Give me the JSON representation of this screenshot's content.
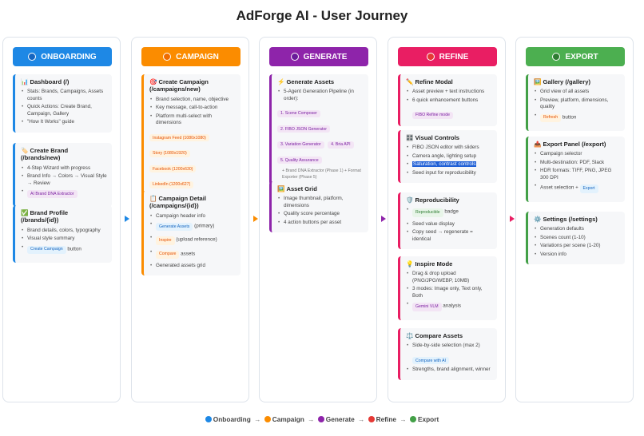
{
  "title": "AdForge AI - User Journey",
  "columns": [
    {
      "header": "ONBOARDING",
      "color": "#1e88e5",
      "icon": "blue-circle"
    },
    {
      "header": "CAMPAIGN",
      "color": "#fb8c00",
      "icon": "orange-circle"
    },
    {
      "header": "GENERATE",
      "color": "#8e24aa",
      "icon": "purple-circle"
    },
    {
      "header": "REFINE",
      "color": "#e91e63",
      "icon": "red-circle"
    },
    {
      "header": "EXPORT",
      "color": "#43a047",
      "icon": "green-circle"
    }
  ],
  "onboarding": {
    "dashboard": {
      "icon": "📊",
      "title": "Dashboard (/)",
      "items": [
        "Stats: Brands, Campaigns, Assets counts",
        "Quick Actions: Create Brand, Campaign, Gallery",
        "\"How It Works\" guide"
      ]
    },
    "create_brand": {
      "icon": "🏷️",
      "title": "Create Brand (/brands/new)",
      "items": [
        "4-Step Wizard with progress",
        "Brand Info → Colors → Visual Style → Review"
      ],
      "badge": "AI Brand DNA Extractor"
    },
    "brand_profile": {
      "icon": "✅",
      "title": "Brand Profile (/brands/{id})",
      "items": [
        "Brand details, colors, typography",
        "Visual style summary"
      ],
      "badge": "Create Campaign",
      "badge_suffix": "button"
    }
  },
  "campaign": {
    "create_campaign": {
      "icon": "🎯",
      "title": "Create Campaign (/campaigns/new)",
      "items": [
        "Brand selection, name, objective",
        "Key message, call-to-action",
        "Platform multi-select with dimensions"
      ],
      "badges": [
        "Instagram Feed (1080x1080)",
        "Story (1080x1920)",
        "Facebook (1200x630)",
        "LinkedIn (1200x627)"
      ]
    },
    "campaign_detail": {
      "icon": "📋",
      "title": "Campaign Detail (/campaigns/{id})",
      "items": [
        "Campaign header info",
        "Generated assets grid"
      ],
      "badge_rows": [
        {
          "badge": "Generate Assets",
          "suffix": "(primary)",
          "tone": "blue"
        },
        {
          "badge": "Inspire",
          "suffix": "(upload reference)",
          "tone": "orange"
        },
        {
          "badge": "Compare",
          "suffix": "assets",
          "tone": "orange"
        }
      ]
    }
  },
  "generate": {
    "generate_assets": {
      "icon": "⚡",
      "title": "Generate Assets",
      "items": [
        "5-Agent Generation Pipeline (in order):"
      ],
      "steps": [
        "1. Scene Composer",
        "2. FIBO JSON Generator",
        "3. Variation Generator",
        "4. Bria API",
        "5. Quality Assurance"
      ],
      "note": "+ Brand DNA Extractor (Phase 1) + Format Exporter (Phase 5)"
    },
    "asset_grid": {
      "icon": "🖼️",
      "title": "Asset Grid",
      "items": [
        "Image thumbnail, platform, dimensions",
        "Quality score percentage",
        "4 action buttons per asset"
      ]
    }
  },
  "refine": {
    "refine_modal": {
      "icon": "✏️",
      "title": "Refine Modal",
      "items": [
        "Asset preview + text instructions",
        "6 quick enhancement buttons"
      ],
      "badge": "FIBO Refine mode"
    },
    "visual_controls": {
      "icon": "🎛️",
      "title": "Visual Controls",
      "items": [
        "FIBO JSON editor with sliders",
        "Camera angle, lighting setup",
        "Saturation, contrast controls",
        "Seed input for reproducibility"
      ]
    },
    "reproducibility": {
      "icon": "🛡️",
      "title": "Reproducibility",
      "badge": "Reproducible",
      "badge_suffix": "badge",
      "items": [
        "Seed value display",
        "Copy seed → regenerate = identical"
      ]
    },
    "inspire_mode": {
      "icon": "💡",
      "title": "Inspire Mode",
      "items": [
        "Drag & drop upload (PNG/JPG/WEBP, 10MB)",
        "3 modes: Image only, Text only, Both"
      ],
      "badge": "Gemini VLM",
      "badge_suffix": "analysis"
    },
    "compare_assets": {
      "icon": "⚖️",
      "title": "Compare Assets",
      "items": [
        "Side-by-side selection (max 2)",
        "Strengths, brand alignment, winner"
      ],
      "badge": "Compare with AI"
    }
  },
  "export": {
    "gallery": {
      "icon": "🖼️",
      "title": "Gallery (/gallery)",
      "items": [
        "Grid view of all assets",
        "Preview, platform, dimensions, quality"
      ],
      "badge": "Refresh",
      "badge_suffix": "button"
    },
    "export_panel": {
      "icon": "📤",
      "title": "Export Panel (/export)",
      "items": [
        "Campaign selector",
        "Multi-destination: PDF, Slack",
        "HDR formats: TIFF, PNG, JPEG 300 DPI",
        "Asset selection +"
      ],
      "badge": "Export"
    },
    "settings": {
      "icon": "⚙️",
      "title": "Settings (/settings)",
      "items": [
        "Generation defaults",
        "Scenes count (1-10)",
        "Variations per scene (1-20)",
        "Version info"
      ]
    }
  },
  "legend": [
    {
      "label": "Onboarding",
      "color": "#1e88e5"
    },
    {
      "label": "Campaign",
      "color": "#fb8c00"
    },
    {
      "label": "Generate",
      "color": "#8e24aa"
    },
    {
      "label": "Refine",
      "color": "#e53935"
    },
    {
      "label": "Export",
      "color": "#43a047"
    }
  ],
  "legend_separator": "→"
}
